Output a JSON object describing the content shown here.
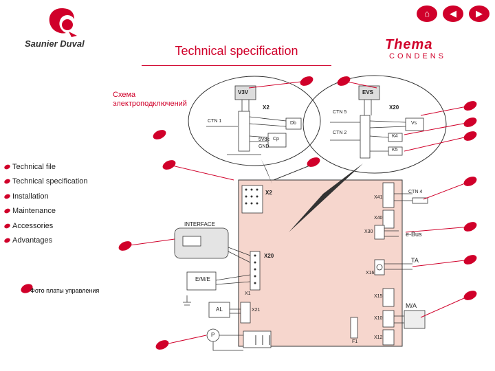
{
  "header": {
    "title": "Technical specification",
    "brand_name": "Saunier Duval",
    "product_line_1": "Thema",
    "product_line_2": "CONDENS"
  },
  "nav": {
    "home_icon": "home-icon",
    "prev_icon": "arrow-left-icon",
    "next_icon": "arrow-right-icon",
    "home_glyph": "⌂",
    "prev_glyph": "◀",
    "next_glyph": "▶"
  },
  "caption": {
    "line1": "Схема",
    "line2": "электроподключений"
  },
  "menu": {
    "items": [
      {
        "label": "Technical file"
      },
      {
        "label": "Technical specification"
      },
      {
        "label": "Installation"
      },
      {
        "label": "Maintenance"
      },
      {
        "label": "Accessories"
      },
      {
        "label": "Advantages"
      }
    ]
  },
  "photo_caption": "Фото платы управления",
  "diagram": {
    "connectors": {
      "x2": "X2",
      "x20": "X20",
      "x41": "X41",
      "x40": "X40",
      "x30": "X30",
      "x16": "X16",
      "x15": "X15",
      "x10": "X10",
      "x12": "X12",
      "x21": "X21",
      "x1": "X1"
    },
    "components": {
      "v3v": "V3V",
      "evs": "EVS",
      "ctn1": "CTN 1",
      "ctn2": "CTN 2",
      "ctn5": "CTN 5",
      "ctn4": "CTN 4",
      "db": "Db",
      "cp": "Cp",
      "vs": "Vs",
      "k4": "K4",
      "k5": "K5",
      "interface": "INTERFACE",
      "eme": "E/M/E",
      "al": "AL",
      "p": "P",
      "ebus": "e-Bus",
      "ta": "TA",
      "ma": "M/A",
      "gnd": "GND",
      "vdc": "5Vdc",
      "fuse": "F1"
    }
  },
  "colors": {
    "accent": "#d0002a",
    "board": "#f6d6cd",
    "lines": "#333333"
  }
}
